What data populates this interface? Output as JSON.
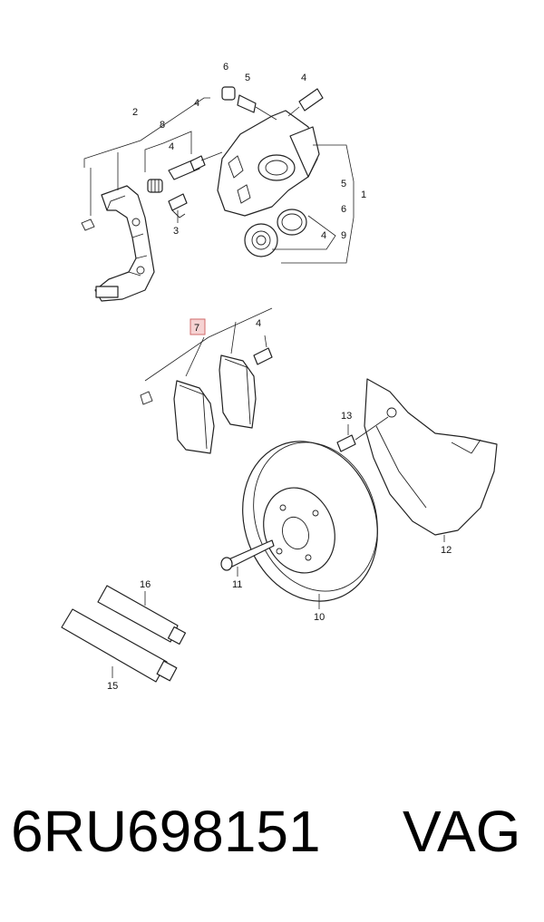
{
  "callouts": {
    "c6_top": "6",
    "c5_top": "5",
    "c4_top": "4",
    "c2": "2",
    "c4_b": "4",
    "c8": "8",
    "c4_c": "4",
    "c3": "3",
    "c5_r": "5",
    "c1": "1",
    "c6_r": "6",
    "c4_r": "4",
    "c9": "9",
    "c7": "7",
    "c4_pad": "4",
    "c13": "13",
    "c12": "12",
    "c11": "11",
    "c10": "10",
    "c16": "16",
    "c15": "15"
  },
  "highlight_color": "#f6d3d3",
  "footer": {
    "part_number": "6RU698151",
    "brand": "VAG"
  }
}
